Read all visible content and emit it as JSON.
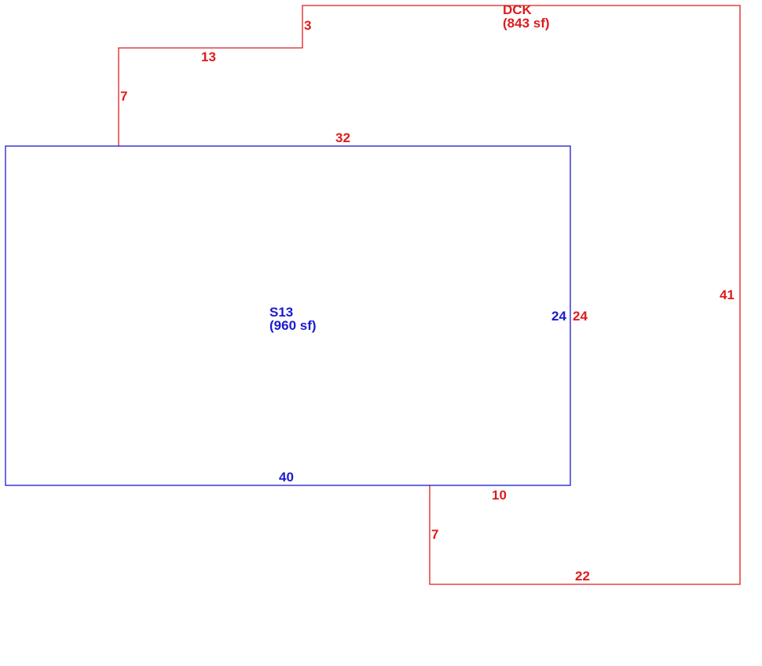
{
  "colors": {
    "deck": "#dd1c1c",
    "structure": "#1a1ad0"
  },
  "deck": {
    "name": "DCK",
    "area": "(843 sf)",
    "dims": {
      "top_step": "3",
      "left_top": "13",
      "left_side": "7",
      "inner_top": "32",
      "right_side": "41",
      "inner_right": "24",
      "inner_bottom": "10",
      "bottom_left": "7",
      "bottom": "22"
    }
  },
  "structure": {
    "name": "S13",
    "area": "(960 sf)",
    "dims": {
      "right": "24",
      "bottom": "40"
    }
  }
}
